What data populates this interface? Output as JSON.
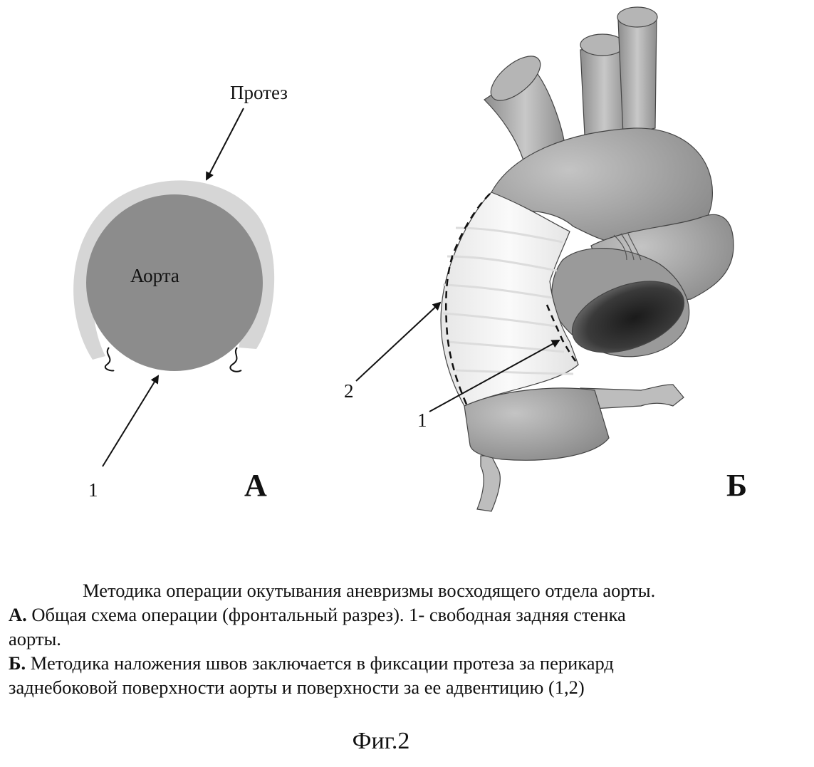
{
  "panel_a": {
    "label_prosthesis": "Протез",
    "label_aorta": "Аорта",
    "label_1": "1",
    "panel_letter": "А"
  },
  "panel_b": {
    "label_2": "2",
    "label_1": "1",
    "panel_letter": "Б"
  },
  "caption": {
    "intro": "Методика операции окутывания аневризмы восходящего отдела аорты.",
    "a_key": "А.",
    "a_text_line1": " Общая схема операции (фронтальный разрез). 1- свободная задняя стенка",
    "a_text_line2": "аорты.",
    "b_key": "Б.",
    "b_text_line1": " Методика наложения швов заключается в фиксации протеза за перикард",
    "b_text_line2": "заднебоковой поверхности аорты и поверхности за ее адвентицию (1,2)"
  },
  "figure_title": "Фиг.2",
  "colors": {
    "aorta_fill": "#8c8c8c",
    "prosthesis_fill": "#d6d6d6",
    "vessel_fill": "#a3a3a3",
    "graft_fill": "#f2f2f2",
    "outline": "#222222"
  }
}
